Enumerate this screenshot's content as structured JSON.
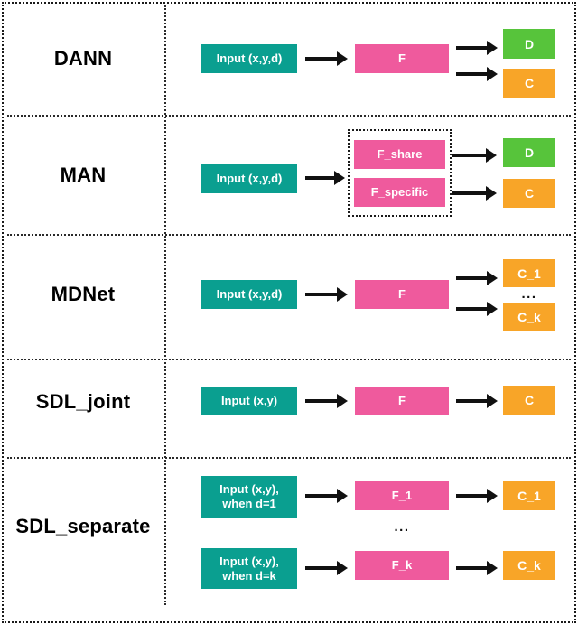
{
  "colors": {
    "input_box": "#0a9f90",
    "feature_box": "#ef5a9d",
    "domain_box": "#57c43b",
    "classifier_box": "#f8a528",
    "line": "#111111"
  },
  "rows": [
    {
      "label": "DANN",
      "input": "Input (x,y,d)",
      "feature": "F",
      "domain_out": "D",
      "class_out": "C"
    },
    {
      "label": "MAN",
      "input": "Input (x,y,d)",
      "feature_share": "F_share",
      "feature_specific": "F_specific",
      "domain_out": "D",
      "class_out": "C"
    },
    {
      "label": "MDNet",
      "input": "Input (x,y,d)",
      "feature": "F",
      "class_out_first": "C_1",
      "ellipsis": "...",
      "class_out_last": "C_k"
    },
    {
      "label": "SDL_joint",
      "input": "Input (x,y)",
      "feature": "F",
      "class_out": "C"
    },
    {
      "label": "SDL_separate",
      "input_first_line1": "Input (x,y),",
      "input_first_line2": "when d=1",
      "feature_first": "F_1",
      "class_out_first": "C_1",
      "ellipsis": "...",
      "input_last_line1": "Input (x,y),",
      "input_last_line2": "when d=k",
      "feature_last": "F_k",
      "class_out_last": "C_k"
    }
  ]
}
